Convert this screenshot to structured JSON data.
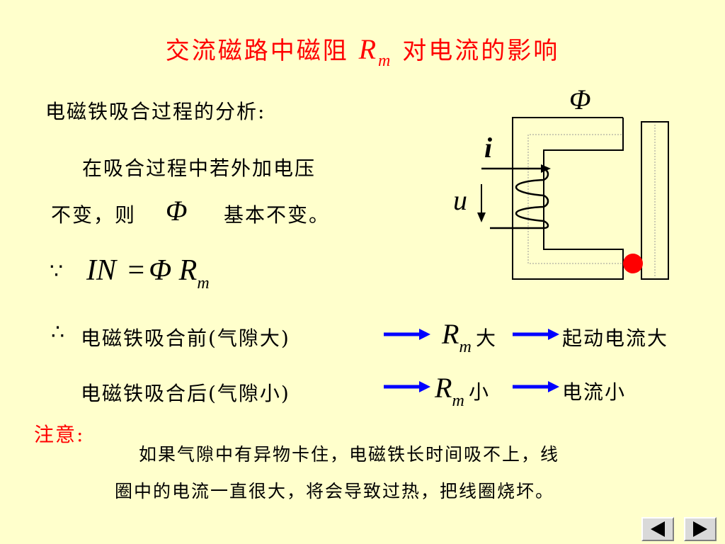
{
  "title": {
    "text_before": "交流磁路中磁阻",
    "symbol_main": "R",
    "symbol_sub": "m",
    "text_after": "对电流的影响"
  },
  "analysis_heading": "电磁铁吸合过程的分析:",
  "para_line1": "在吸合过程中若外加电压",
  "para_line2_a": "不变，则",
  "para_line2_b": "基本不变。",
  "flux_symbol": "Φ",
  "because_symbol": "∵",
  "therefore_symbol": "∴",
  "equation": {
    "lhs": "IN",
    "eq": "=",
    "phi": "Φ",
    "r": "R",
    "sub": "m"
  },
  "row1": {
    "label": "电磁铁吸合前(气隙大)",
    "r": "R",
    "sub": "m",
    "mid": "大",
    "result": "起动电流大"
  },
  "row2": {
    "label": "电磁铁吸合后(气隙小)",
    "r": "R",
    "sub": "m",
    "mid": "小",
    "result": "电流小"
  },
  "note_label": "注意:",
  "note_line1": "如果气隙中有异物卡住，电磁铁长时间吸不上，线",
  "note_line2": "圈中的电流一直很大，将会导致过热，把线圈烧坏。",
  "diagram": {
    "phi_label": "Φ",
    "i_label": "i",
    "u_label": "u"
  },
  "colors": {
    "background": "#ffffcc",
    "title": "#ff0000",
    "arrow": "#0000ff",
    "gap_dot": "#ff0000"
  }
}
